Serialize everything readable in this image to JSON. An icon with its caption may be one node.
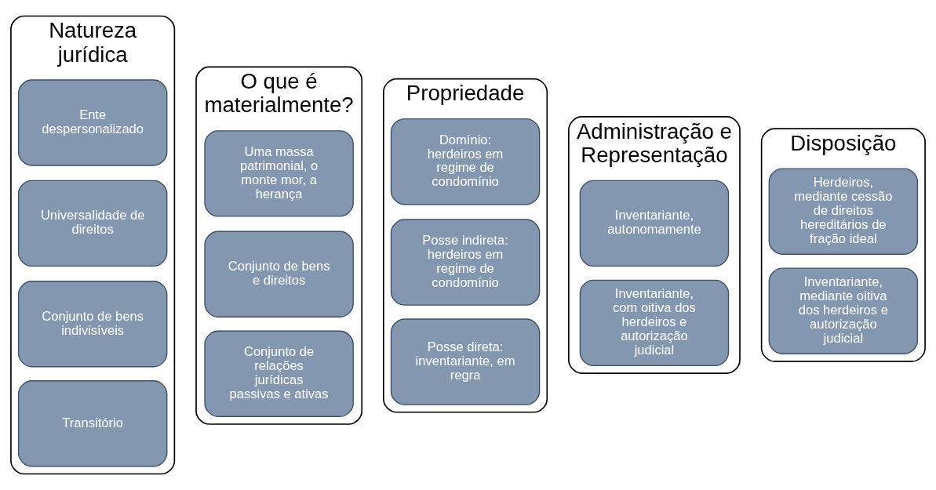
{
  "diagram": {
    "nodes": [
      {
        "text": [
          "O que é materialmente?"
        ]
      },
      {
        "text": [
          "Uma massa patrimonial, o monte mor, a herança"
        ],
        "in": 0
      },
      {
        "text": [
          "Conjunto de bens e direitos"
        ],
        "in": 0
      },
      {
        "text": [
          "Conjunto de relações jurídicas passivas e ativas"
        ],
        "in": 0
      },
      {
        "text": [
          "Natureza jurídica"
        ]
      },
      {
        "text": [
          "Ente despersonalizado"
        ],
        "in": 4
      },
      {
        "text": [
          "Universalidade de direitos"
        ],
        "in": 4
      },
      {
        "text": [
          "Conjunto de bens indivisíveis"
        ],
        "in": 4
      },
      {
        "text": [
          "Transitório"
        ],
        "in": 4
      },
      {
        "text": [
          "Propriedade"
        ]
      },
      {
        "text": [
          "Domínio: herdeiros em regime de condomínio"
        ],
        "in": 9
      },
      {
        "text": [
          "Posse indireta: herdeiros em regime de condomínio"
        ],
        "in": 9
      },
      {
        "text": [
          "Posse direta: inventariante, em regra"
        ],
        "in": 9
      },
      {
        "text": [
          "Disposição"
        ]
      },
      {
        "text": [
          "Herdeiros, mediante cessão de direitos hereditários de fração ideal"
        ],
        "in": 13
      },
      {
        "text": [
          "Inventariante, mediante oitiva dos herdeiros e autorização judicial"
        ],
        "in": 13
      },
      {
        "text": [
          "Administração e Representação"
        ]
      },
      {
        "text": [
          "Inventariante, autonomamente"
        ],
        "in": 16
      },
      {
        "text": [
          "Inventariante, com oitiva dos herdeiros e autorização judicial"
        ],
        "in": 16
      }
    ],
    "edges": []
  }
}
